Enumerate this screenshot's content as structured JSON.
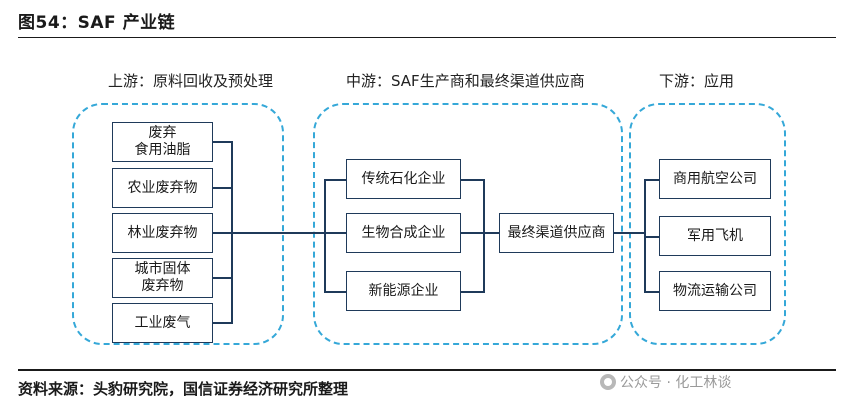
{
  "figure": {
    "title": "图54：SAF 产业链",
    "source": "资料来源：头豹研究院，国信证券经济研究所整理"
  },
  "stages": {
    "upstream": {
      "heading": "上游：原料回收及预处理",
      "items": [
        "废弃\n食用油脂",
        "农业废弃物",
        "林业废弃物",
        "城市固体\n废弃物",
        "工业废气"
      ]
    },
    "midstream": {
      "heading": "中游：SAF生产商和最终渠道供应商",
      "items": [
        "传统石化企业",
        "生物合成企业",
        "新能源企业"
      ],
      "distributor": "最终渠道供应商"
    },
    "downstream": {
      "heading": "下游：应用",
      "items": [
        "商用航空公司",
        "军用飞机",
        "物流运输公司"
      ]
    }
  },
  "watermark": "公众号 · 化工林谈",
  "colors": {
    "dashed_border": "#35a8d8",
    "box_border": "#1f3a5a"
  }
}
